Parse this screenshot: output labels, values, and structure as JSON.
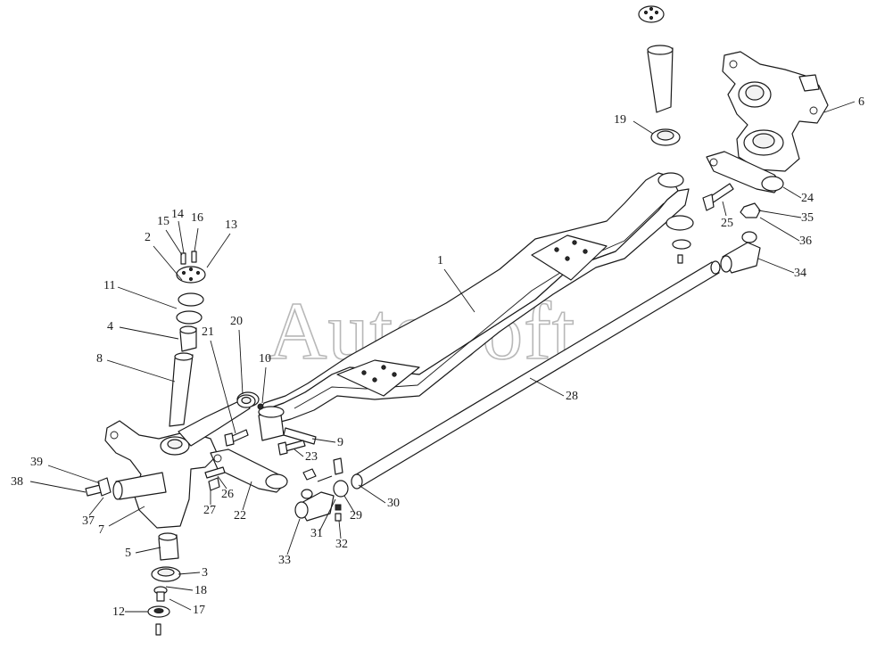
{
  "watermark": "AutoSoft",
  "callouts": [
    {
      "id": "1",
      "label": "1"
    },
    {
      "id": "2",
      "label": "2"
    },
    {
      "id": "3",
      "label": "3"
    },
    {
      "id": "4",
      "label": "4"
    },
    {
      "id": "5",
      "label": "5"
    },
    {
      "id": "6",
      "label": "6"
    },
    {
      "id": "7",
      "label": "7"
    },
    {
      "id": "8",
      "label": "8"
    },
    {
      "id": "9",
      "label": "9"
    },
    {
      "id": "10",
      "label": "10"
    },
    {
      "id": "11",
      "label": "11"
    },
    {
      "id": "12",
      "label": "12"
    },
    {
      "id": "13",
      "label": "13"
    },
    {
      "id": "14",
      "label": "14"
    },
    {
      "id": "15",
      "label": "15"
    },
    {
      "id": "16",
      "label": "16"
    },
    {
      "id": "17",
      "label": "17"
    },
    {
      "id": "18",
      "label": "18"
    },
    {
      "id": "19",
      "label": "19"
    },
    {
      "id": "20",
      "label": "20"
    },
    {
      "id": "21",
      "label": "21"
    },
    {
      "id": "22",
      "label": "22"
    },
    {
      "id": "23",
      "label": "23"
    },
    {
      "id": "24",
      "label": "24"
    },
    {
      "id": "25",
      "label": "25"
    },
    {
      "id": "26",
      "label": "26"
    },
    {
      "id": "27",
      "label": "27"
    },
    {
      "id": "28",
      "label": "28"
    },
    {
      "id": "29",
      "label": "29"
    },
    {
      "id": "30",
      "label": "30"
    },
    {
      "id": "31",
      "label": "31"
    },
    {
      "id": "32",
      "label": "32"
    },
    {
      "id": "33",
      "label": "33"
    },
    {
      "id": "34",
      "label": "34"
    },
    {
      "id": "35",
      "label": "35"
    },
    {
      "id": "36",
      "label": "36"
    },
    {
      "id": "37",
      "label": "37"
    },
    {
      "id": "38",
      "label": "38"
    },
    {
      "id": "39",
      "label": "39"
    }
  ]
}
